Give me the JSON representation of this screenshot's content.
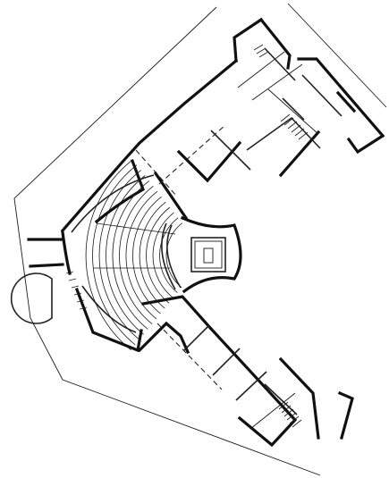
{
  "plan": {
    "labels": [],
    "colors": {
      "ink": "#111111",
      "paper": "#ffffff"
    },
    "features": [
      "site-boundary",
      "auditorium",
      "stage",
      "west-wing",
      "south-wing",
      "stairs"
    ]
  }
}
